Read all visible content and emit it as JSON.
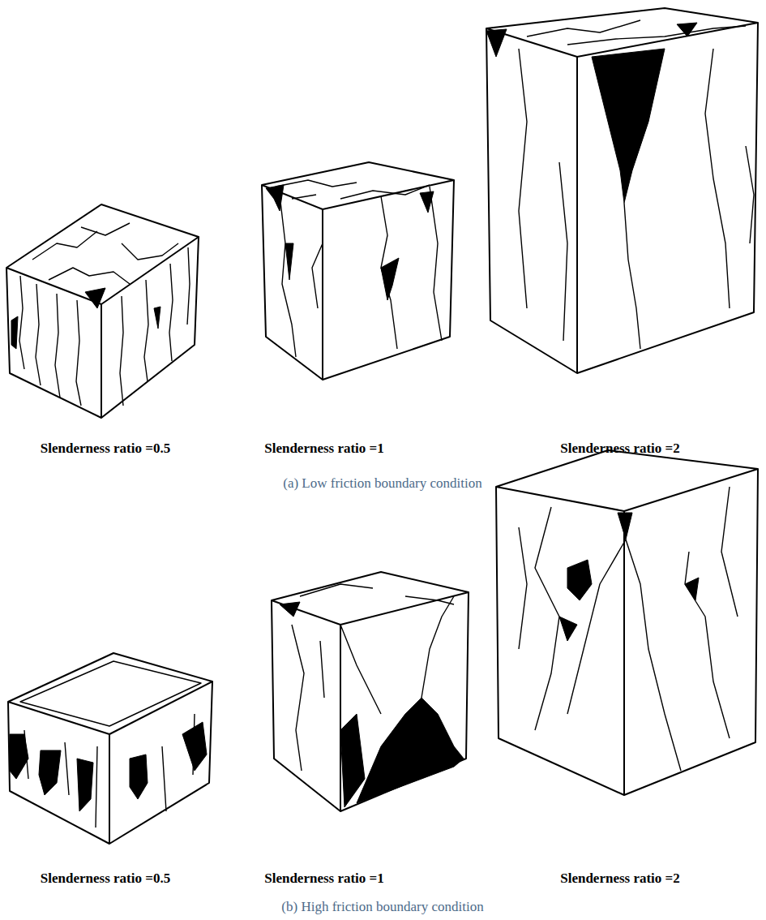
{
  "diagram": {
    "labels": [
      "Slenderness ratio =0.5",
      "Slenderness ratio =1",
      "Slenderness ratio =2",
      "(a) Low friction boundary condition",
      "Slenderness ratio =0.5",
      "Slenderness ratio =1",
      "Slenderness ratio =2",
      "(b) High friction boundary condition"
    ]
  }
}
